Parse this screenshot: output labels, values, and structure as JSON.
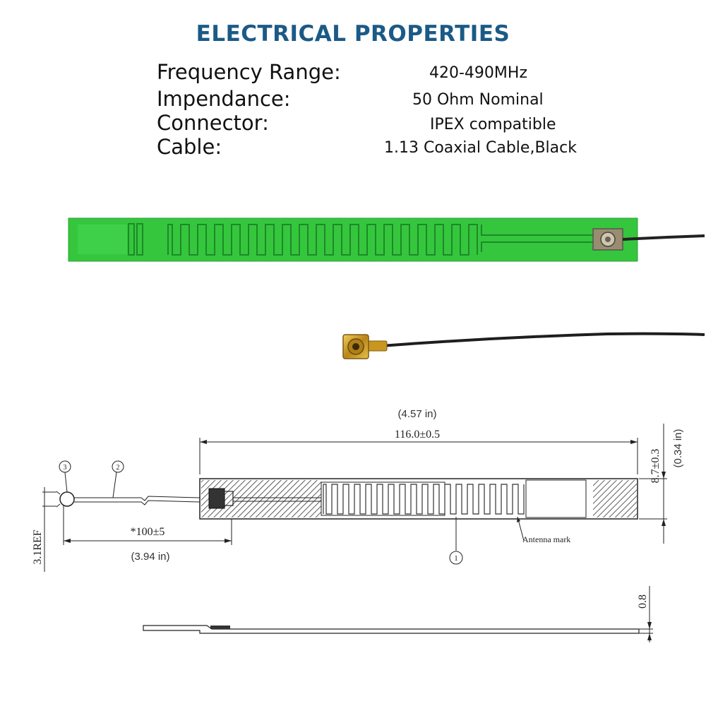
{
  "title": "ELECTRICAL PROPERTIES",
  "properties": [
    {
      "label": "Frequency Range:",
      "value": "420-490MHz"
    },
    {
      "label": "Impendance:",
      "value": "50 Ohm Nominal"
    },
    {
      "label": "Connector:",
      "value": "IPEX compatible"
    },
    {
      "label": "Cable:",
      "value": "1.13 Coaxial Cable,Black"
    }
  ],
  "drawing": {
    "length_in": "(4.57 in)",
    "length_mm": "116.0±0.5",
    "width_mm": "8.7±0.3",
    "width_in": "(0.34 in)",
    "cable_mm": "*100±5",
    "cable_in": "(3.94 in)",
    "ref": "3.1REF",
    "thickness": "0.8",
    "antenna_mark": "Antenna mark",
    "callout_1": "1",
    "callout_2": "2",
    "callout_3": "3"
  },
  "colors": {
    "title": "#1b5a86",
    "pcb": "#32c23a",
    "trace": "#1f8f2a"
  }
}
